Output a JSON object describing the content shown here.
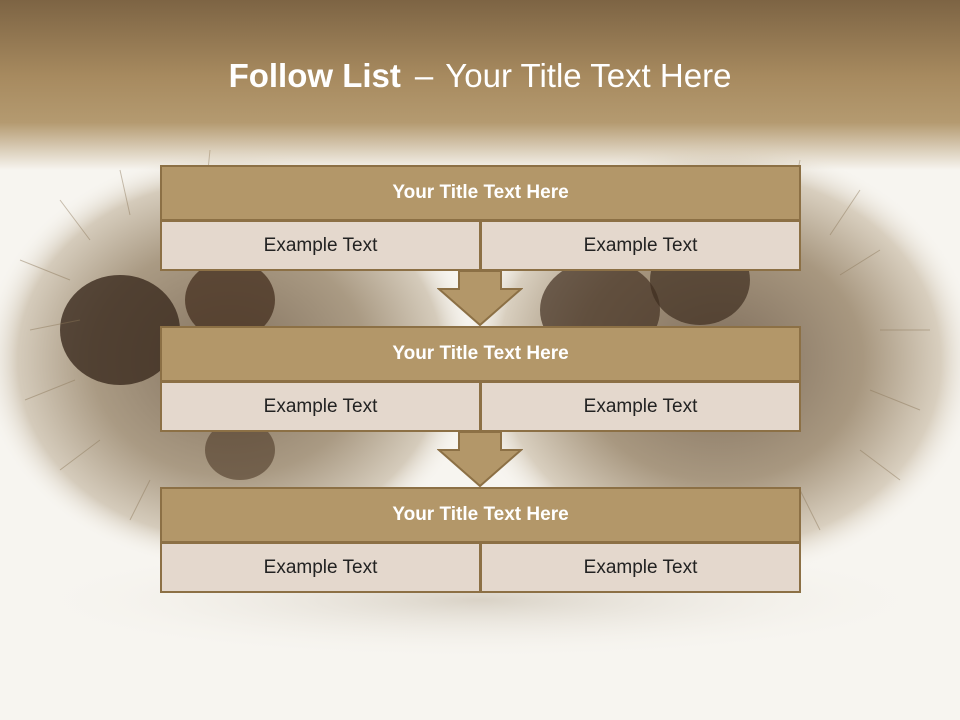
{
  "slide": {
    "title_bold": "Follow List",
    "title_dash": "–",
    "title_rest": "Your Title Text Here"
  },
  "blocks": [
    {
      "title": "Your Title Text Here",
      "left": "Example Text",
      "right": "Example Text"
    },
    {
      "title": "Your Title Text Here",
      "left": "Example Text",
      "right": "Example Text"
    },
    {
      "title": "Your Title Text Here",
      "left": "Example Text",
      "right": "Example Text"
    }
  ],
  "colors": {
    "header": "#a78a5f",
    "block_title_fill": "#b39769",
    "block_border": "#8c7045",
    "cell_fill": "#e4d8cd",
    "arrow_fill": "#b39769"
  },
  "icons": [
    "chestnut-burrs-image",
    "down-arrow-icon"
  ]
}
